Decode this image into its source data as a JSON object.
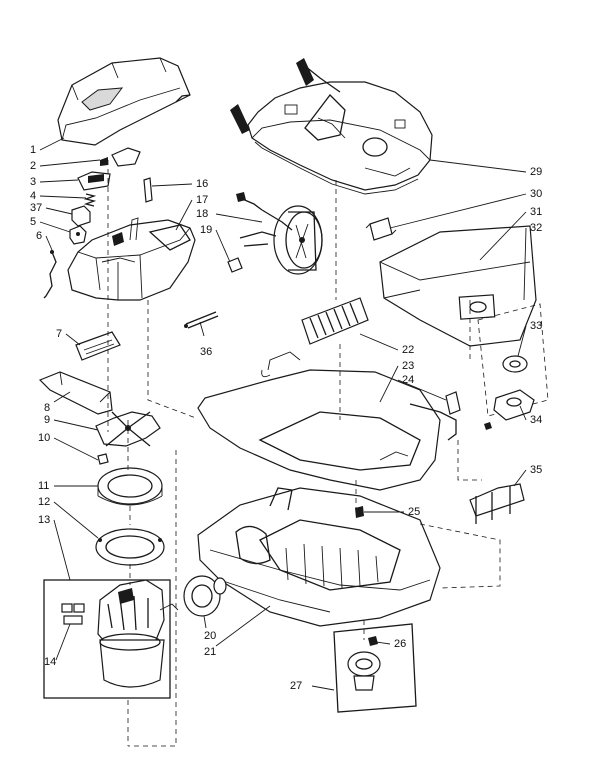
{
  "part_labels": [
    "1",
    "2",
    "3",
    "4",
    "37",
    "5",
    "6",
    "7",
    "8",
    "9",
    "10",
    "11",
    "12",
    "13",
    "14",
    "16",
    "17",
    "18",
    "19",
    "36",
    "29",
    "30",
    "31",
    "32",
    "33",
    "22",
    "23",
    "24",
    "34",
    "35",
    "25",
    "20",
    "21",
    "26",
    "27"
  ]
}
